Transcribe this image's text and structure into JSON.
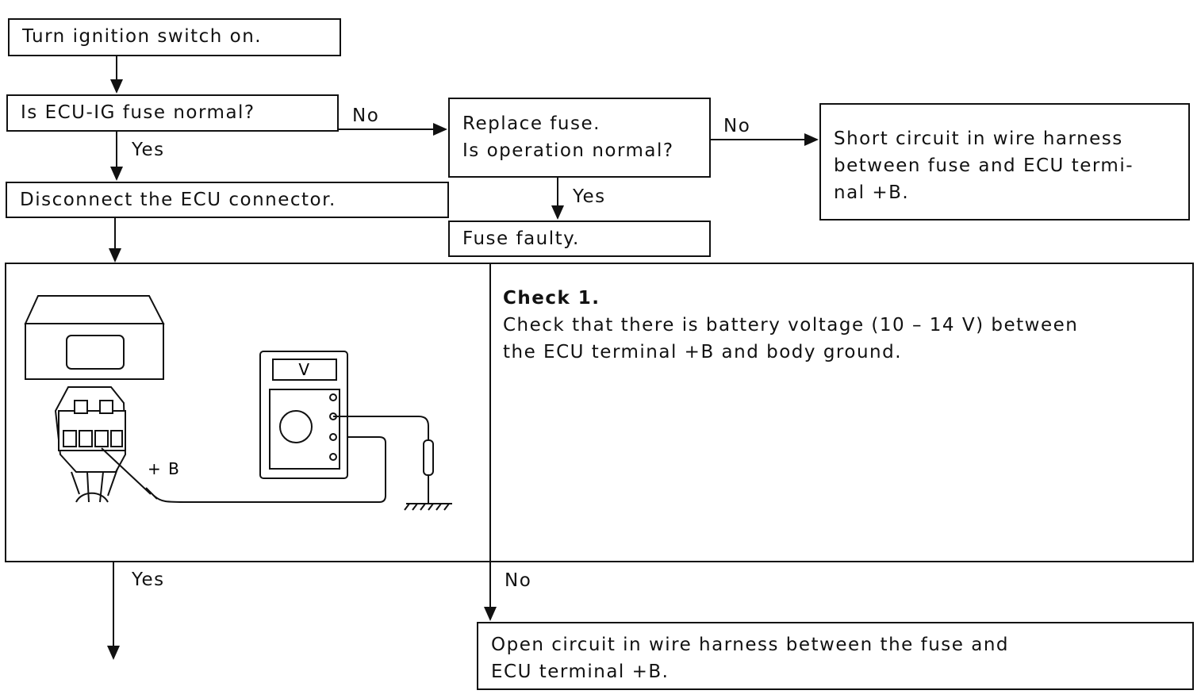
{
  "boxes": {
    "turn_on": "Turn ignition switch on.",
    "fuse_normal": "Is ECU-IG fuse normal?",
    "disconnect": "Disconnect the ECU connector.",
    "replace_fuse": "Replace fuse.\nIs operation normal?",
    "short_circuit": "Short circuit in wire harness\nbetween fuse and ECU termi-\nnal  +B.",
    "fuse_faulty": "Fuse faulty.",
    "check1_title": "Check 1.",
    "check1_body": "Check that there is battery voltage (10 – 14 V) between\nthe ECU terminal  +B and body ground.",
    "open_circuit": "Open circuit in wire harness between the fuse and\nECU terminal  +B."
  },
  "labels": {
    "no_1": "No",
    "yes_1": "Yes",
    "no_2": "No",
    "yes_2": "Yes",
    "yes_3": "Yes",
    "no_3": "No"
  },
  "illustration": {
    "meter_label": "V",
    "terminal_label": "+ B"
  }
}
